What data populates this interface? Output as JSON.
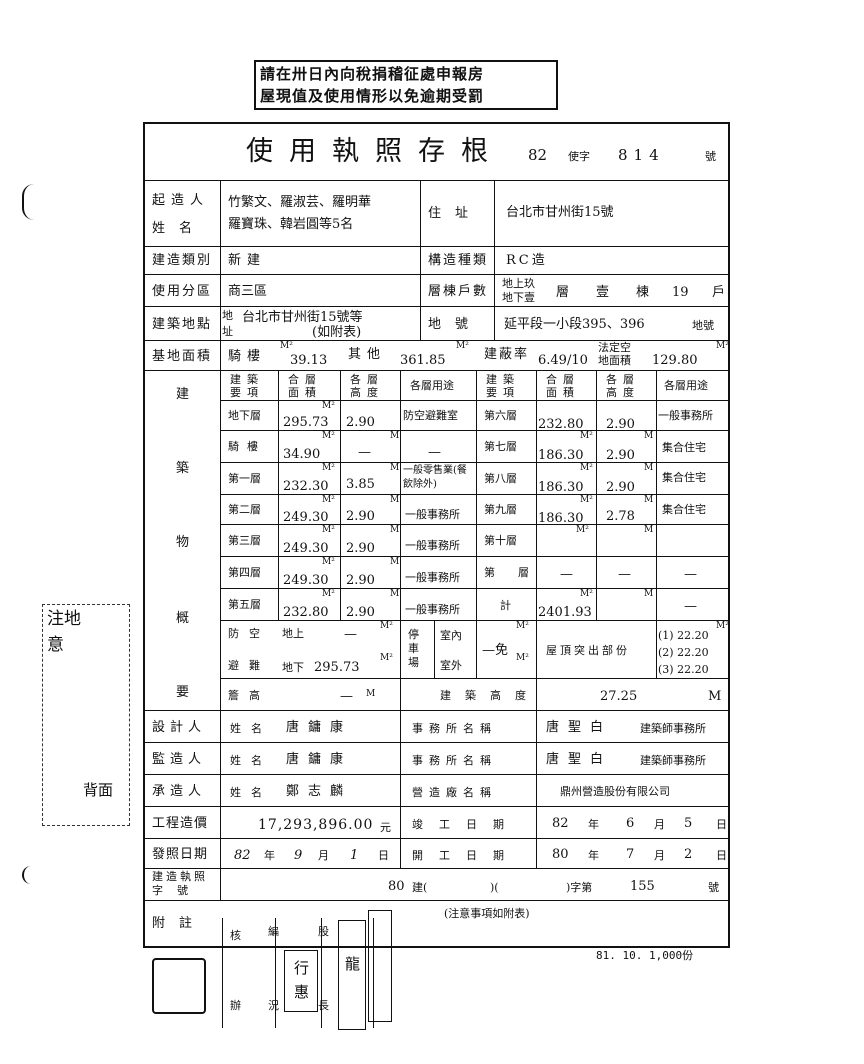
{
  "notice": {
    "line1": "請在卅日內向稅捐稽征處申報房",
    "line2": "屋現值及使用情形以免逾期受罰"
  },
  "header": {
    "title": "使用執照存根",
    "year": "82",
    "zi": "使字",
    "number": "814",
    "hao": "號"
  },
  "builder": {
    "label1": "起造人",
    "label2": "姓名",
    "names_line1": "竹繁文、羅淑芸、羅明華",
    "names_line2": "羅寶珠、韓岩圓等5名"
  },
  "address": {
    "label": "住址",
    "value": "台北市甘州街15號"
  },
  "build_type": {
    "label": "建造類別",
    "value": "新建"
  },
  "structure": {
    "label": "構造種類",
    "value": "RC造"
  },
  "zoning": {
    "label": "使用分區",
    "value": "商三區"
  },
  "floors": {
    "label": "層棟戶數",
    "above": "地上玖",
    "below": "地下壹",
    "ceng": "層",
    "dong_label": "壹",
    "dong": "棟",
    "hu_count": "19",
    "hu": "戶"
  },
  "site": {
    "label": "建築地點",
    "di": "地",
    "zhi": "址",
    "value": "台北市甘州街15號等",
    "sub": "(如附表)",
    "dihao_label": "地號",
    "dihao_value": "延平段一小段395、396",
    "dihao_suffix": "地號"
  },
  "area": {
    "label": "基地面積",
    "qilou_label": "騎樓",
    "qilou": "39.13",
    "other_label": "其他",
    "other": "361.85",
    "coverage_label": "建蔽率",
    "coverage": "6.49/10",
    "legal_label1": "法定空",
    "legal_label2": "地面積",
    "legal": "129.80"
  },
  "m2": "M²",
  "m": "M",
  "side": {
    "c1": "建",
    "c2": "築",
    "c3": "物",
    "c4": "概",
    "c5": "要"
  },
  "col_heads": {
    "item1": "建築",
    "item2": "要項",
    "area1": "合層",
    "area2": "面積",
    "height1": "各層",
    "height2": "高度",
    "use": "各層用途"
  },
  "left_rows": [
    {
      "name": "地下層",
      "area": "295.73",
      "height": "2.90",
      "use": "防空避難室"
    },
    {
      "name": "騎樓",
      "area": "34.90",
      "height": "—",
      "use": "—"
    },
    {
      "name": "第一層",
      "area": "232.30",
      "height": "3.85",
      "use": "一般零售業(餐飲除外)"
    },
    {
      "name": "第二層",
      "area": "249.30",
      "height": "2.90",
      "use": "一般事務所"
    },
    {
      "name": "第三層",
      "area": "249.30",
      "height": "2.90",
      "use": "一般事務所"
    },
    {
      "name": "第四層",
      "area": "249.30",
      "height": "2.90",
      "use": "一般事務所"
    },
    {
      "name": "第五層",
      "area": "232.80",
      "height": "2.90",
      "use": "一般事務所"
    }
  ],
  "right_rows": [
    {
      "name": "第六層",
      "area": "232.80",
      "height": "2.90",
      "use": "一般事務所"
    },
    {
      "name": "第七層",
      "area": "186.30",
      "height": "2.90",
      "use": "集合住宅"
    },
    {
      "name": "第八層",
      "area": "186.30",
      "height": "2.90",
      "use": "集合住宅"
    },
    {
      "name": "第九層",
      "area": "186.30",
      "height": "2.78",
      "use": "集合住宅"
    },
    {
      "name": "第十層",
      "area": "",
      "height": "",
      "use": ""
    },
    {
      "name": "第　層",
      "area": "—",
      "height": "—",
      "use": "—"
    },
    {
      "name": "計",
      "area": "2401.93",
      "height": "",
      "use": "—"
    }
  ],
  "shelter": {
    "l1": "防空",
    "l2": "避難",
    "above": "地上",
    "above_val": "—",
    "below": "地下",
    "below_val": "295.73"
  },
  "parking": {
    "l": "停車場",
    "indoor": "室內",
    "outdoor": "室外",
    "val": "—免"
  },
  "roof": {
    "label": "屋頂突出部份",
    "v1": "(1) 22.20",
    "v2": "(2) 22.20",
    "v3": "(3) 22.20"
  },
  "eave": {
    "label": "簷高",
    "val": "—",
    "bh_label": "建築高度",
    "bh": "27.25"
  },
  "designer": {
    "label": "設計人",
    "name_label": "姓名",
    "name": "唐鏞康",
    "office_label": "事務所名稱",
    "office": "唐聖白",
    "office_suffix": "建築師事務所"
  },
  "supervisor": {
    "label": "監造人",
    "name_label": "姓名",
    "name": "唐鏞康",
    "office_label": "事務所名稱",
    "office": "唐聖白",
    "office_suffix": "建築師事務所"
  },
  "contractor": {
    "label": "承造人",
    "name_label": "姓名",
    "name": "鄭志麟",
    "office_label": "營造廠名稱",
    "office": "鼎州營造股份有限公司"
  },
  "cost": {
    "label": "工程造價",
    "value": "17,293,896.00",
    "unit": "元",
    "done_label": "竣工日期",
    "done_y": "82",
    "done_m": "6",
    "done_d": "5",
    "nian": "年",
    "yue": "月",
    "ri": "日"
  },
  "issue": {
    "label": "發照日期",
    "y": "82",
    "m": "9",
    "d": "1",
    "start_label": "開工日期",
    "start_y": "80",
    "start_m": "7",
    "start_d": "2"
  },
  "permit": {
    "label1": "建造執照",
    "label2": "字號",
    "year": "80",
    "jian": "建(",
    "mid": ")(",
    "zi": ")字第",
    "num": "155",
    "hao": "號"
  },
  "remarks": {
    "label": "附註",
    "value": "(注意事項如附表)"
  },
  "sign": {
    "c1": "核",
    "c2": "編",
    "c3": "股",
    "c4": "長",
    "l1": "辦",
    "l2": "況",
    "stamp1": "行",
    "stamp2": "惠",
    "stamp3": "龍"
  },
  "footer": {
    "print": "81. 10. 1,000份"
  },
  "margin_note": {
    "c1": "注地",
    "c2": "意",
    "c3": "背面"
  }
}
